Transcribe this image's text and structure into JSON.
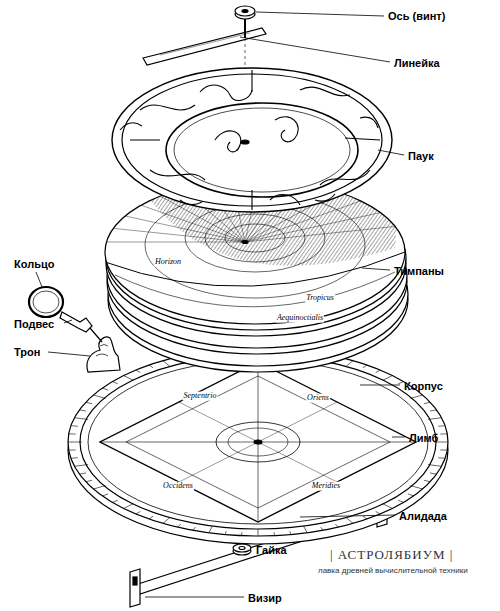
{
  "diagram": {
    "labels": [
      "Ось (винт)",
      "Линейка",
      "Паук",
      "Тимпаны",
      "Кольцо",
      "Подвес",
      "Трон",
      "Корпус",
      "Лимб",
      "Алидада",
      "Гайка",
      "Визир",
      "Horizon",
      "Tropicus",
      "Aequinoctialis",
      "Septentrio",
      "Oriens",
      "Meridies",
      "Occidens",
      "| АСТРОЛЯБИУМ |",
      "лавка древней вычислительной техники"
    ]
  }
}
